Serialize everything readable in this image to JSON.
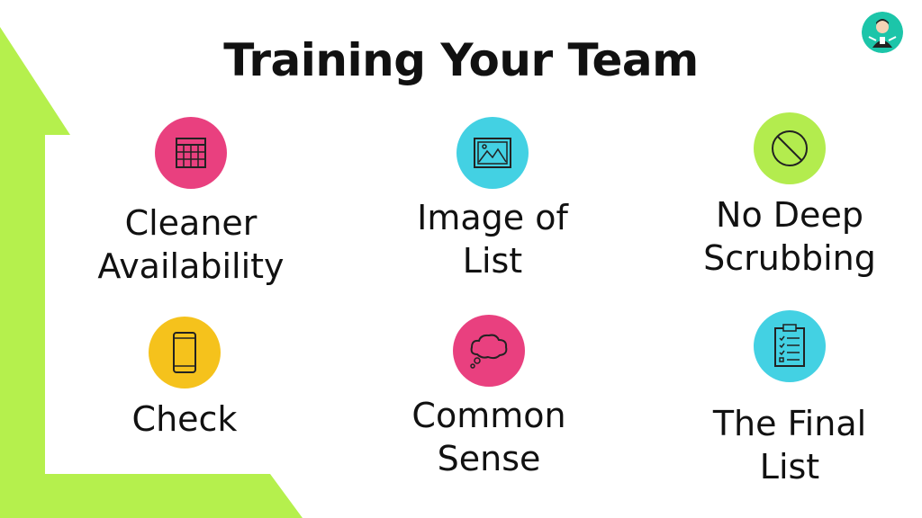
{
  "title": "Training Your Team",
  "colors": {
    "accent_green": "#b5f04d",
    "pink": "#e9407f",
    "cyan": "#43d1e3",
    "lime": "#b3ec4e",
    "yellow": "#f5c21c",
    "logo_teal": "#1cc5a9"
  },
  "logo": {
    "icon": "cleaner-mascot-icon"
  },
  "items": [
    {
      "label": "Cleaner\nAvailability",
      "icon": "calendar-icon",
      "color": "#e9407f"
    },
    {
      "label": "Image of\nList",
      "icon": "image-icon",
      "color": "#43d1e3"
    },
    {
      "label": "No Deep\nScrubbing",
      "icon": "prohibited-icon",
      "color": "#b3ec4e"
    },
    {
      "label": "Check",
      "icon": "phone-icon",
      "color": "#f5c21c"
    },
    {
      "label": "Common\nSense",
      "icon": "thought-bubble-icon",
      "color": "#e9407f"
    },
    {
      "label": "The Final\nList",
      "icon": "clipboard-checklist-icon",
      "color": "#43d1e3"
    }
  ]
}
